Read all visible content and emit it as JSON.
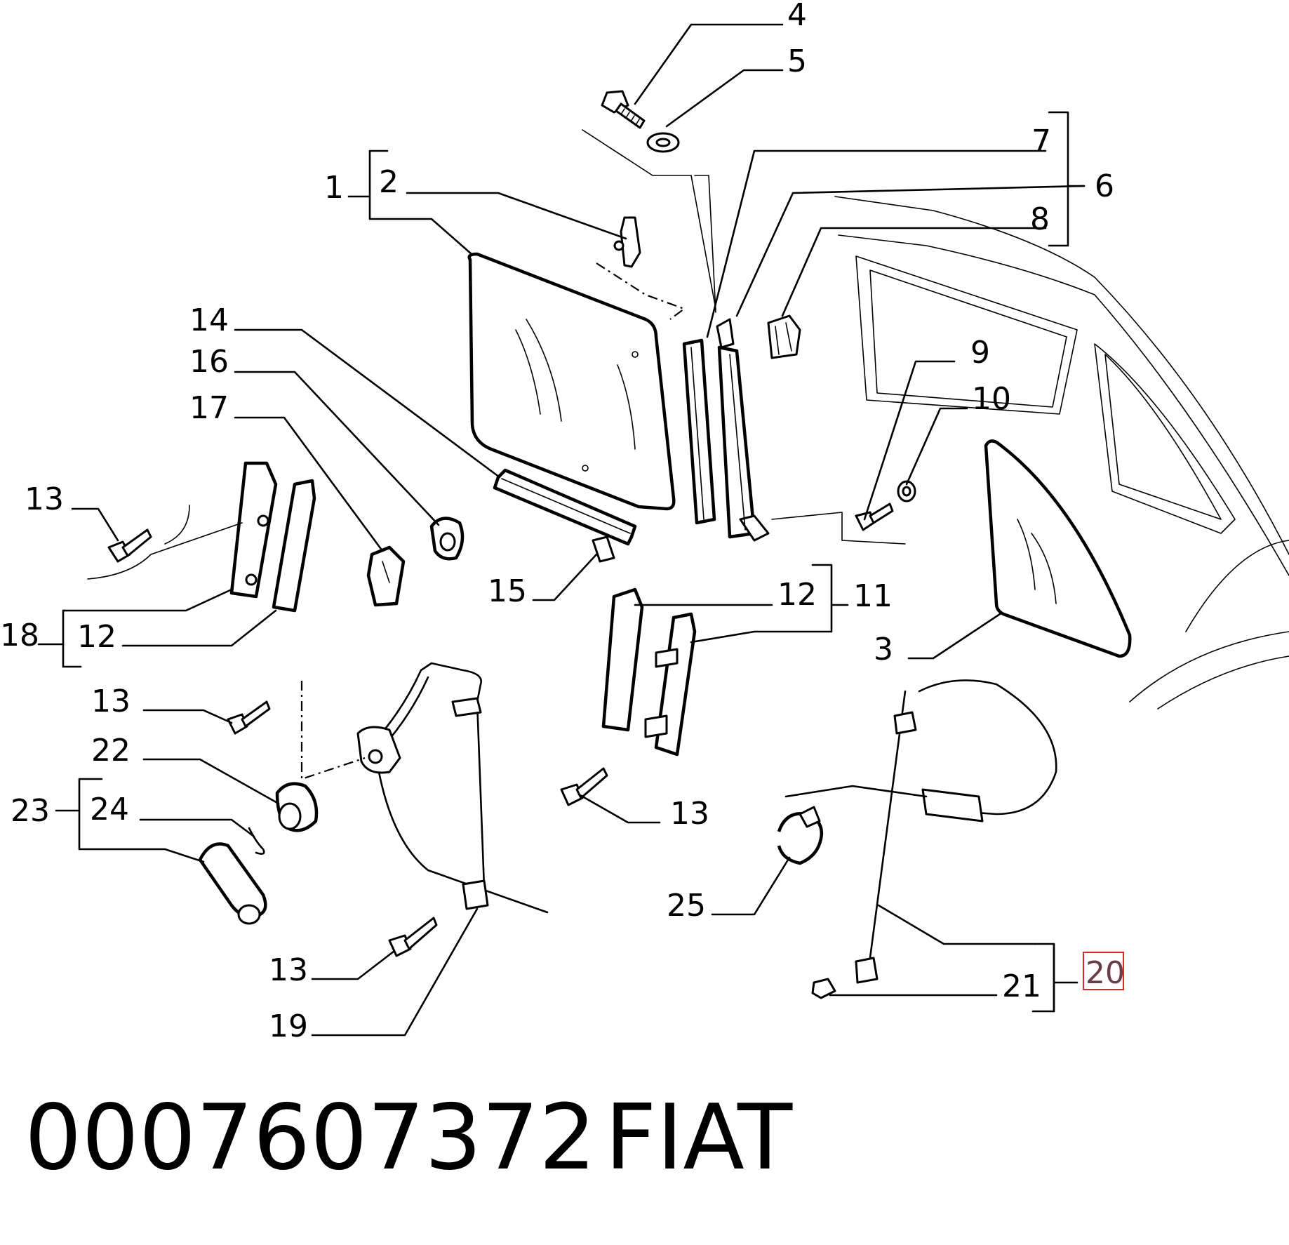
{
  "diagram": {
    "part_number": "0007607372",
    "brand": "FIAT",
    "highlighted_callout": "20",
    "highlight_color": "#d9262c",
    "callouts": {
      "c1": "1",
      "c2": "2",
      "c3": "3",
      "c4": "4",
      "c5": "5",
      "c6": "6",
      "c7": "7",
      "c8": "8",
      "c9": "9",
      "c10": "10",
      "c11": "11",
      "c12a": "12",
      "c12b": "12",
      "c13a": "13",
      "c13b": "13",
      "c13c": "13",
      "c13d": "13",
      "c14": "14",
      "c15": "15",
      "c16": "16",
      "c17": "17",
      "c18": "18",
      "c19": "19",
      "c20": "20",
      "c21": "21",
      "c22": "22",
      "c23": "23",
      "c24": "24",
      "c25": "25"
    }
  }
}
